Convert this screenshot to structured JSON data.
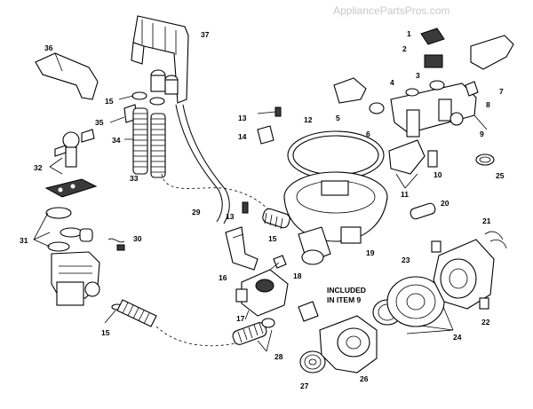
{
  "watermark": "AppliancePartsPros.com",
  "note": {
    "line1": "INCLUDED",
    "line2": "IN ITEM 9"
  },
  "labels": [
    "1",
    "2",
    "3",
    "4",
    "5",
    "6",
    "7",
    "8",
    "9",
    "10",
    "11",
    "12",
    "13",
    "13",
    "14",
    "15",
    "15",
    "15",
    "16",
    "17",
    "18",
    "19",
    "20",
    "21",
    "22",
    "23",
    "24",
    "25",
    "26",
    "27",
    "28",
    "29",
    "30",
    "31",
    "32",
    "33",
    "34",
    "35",
    "36",
    "37"
  ]
}
